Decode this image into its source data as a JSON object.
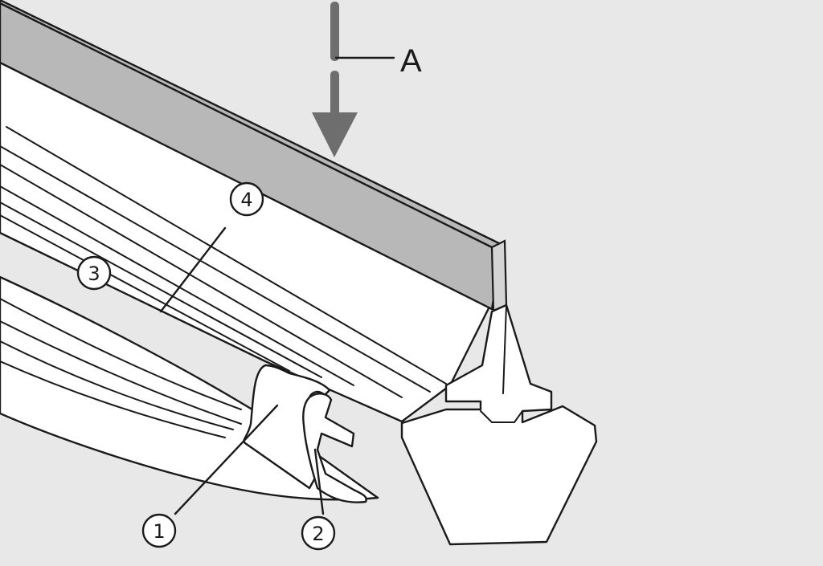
{
  "labels": {
    "direction": "A",
    "part_1": "1",
    "part_2": "2",
    "part_3": "3",
    "part_4": "4"
  },
  "colors": {
    "background": "#e8e8e8",
    "line": "#1a1a1a",
    "arrow": "#6e6e6e",
    "blade_edge": "#b8b8b8",
    "body_fill": "#ffffff"
  }
}
